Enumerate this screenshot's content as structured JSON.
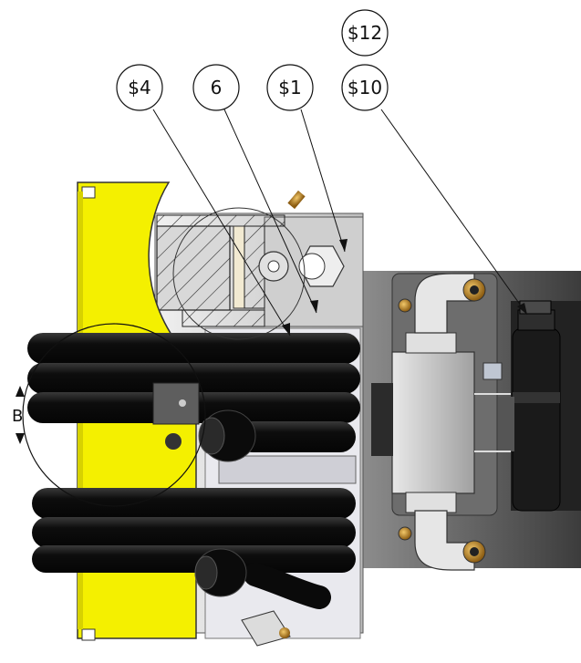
{
  "drawing": {
    "balloons": [
      {
        "id": "b12",
        "label": "$12"
      },
      {
        "id": "b4",
        "label": "$4"
      },
      {
        "id": "b6",
        "label": "6"
      },
      {
        "id": "b1",
        "label": "$1"
      },
      {
        "id": "b10",
        "label": "$10"
      }
    ],
    "detail_view": {
      "label": "B"
    },
    "colors": {
      "yellow_frame": "#f4f000",
      "steel_light": "#d9d9d9",
      "steel_mid": "#a8a8a8",
      "steel_dark": "#5a5a5a",
      "hose": "#111111",
      "brass": "#c8901e",
      "hatch": "#2a2a2a"
    }
  }
}
